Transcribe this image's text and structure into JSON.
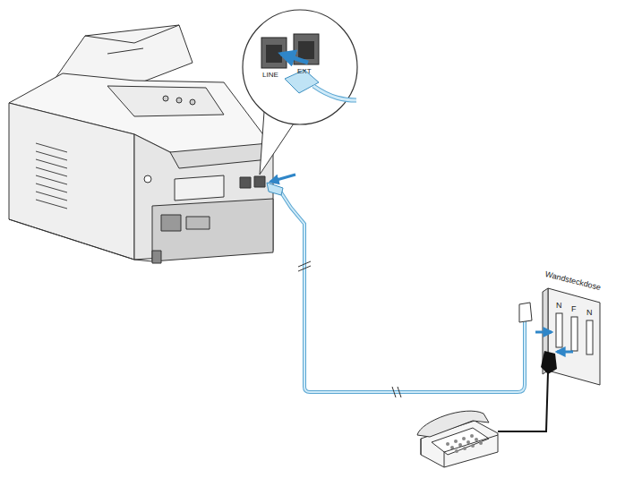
{
  "diagram": {
    "labels": [
      "LINE",
      "EXT",
      "Wandsteckdose",
      "N",
      "F",
      "N"
    ]
  }
}
